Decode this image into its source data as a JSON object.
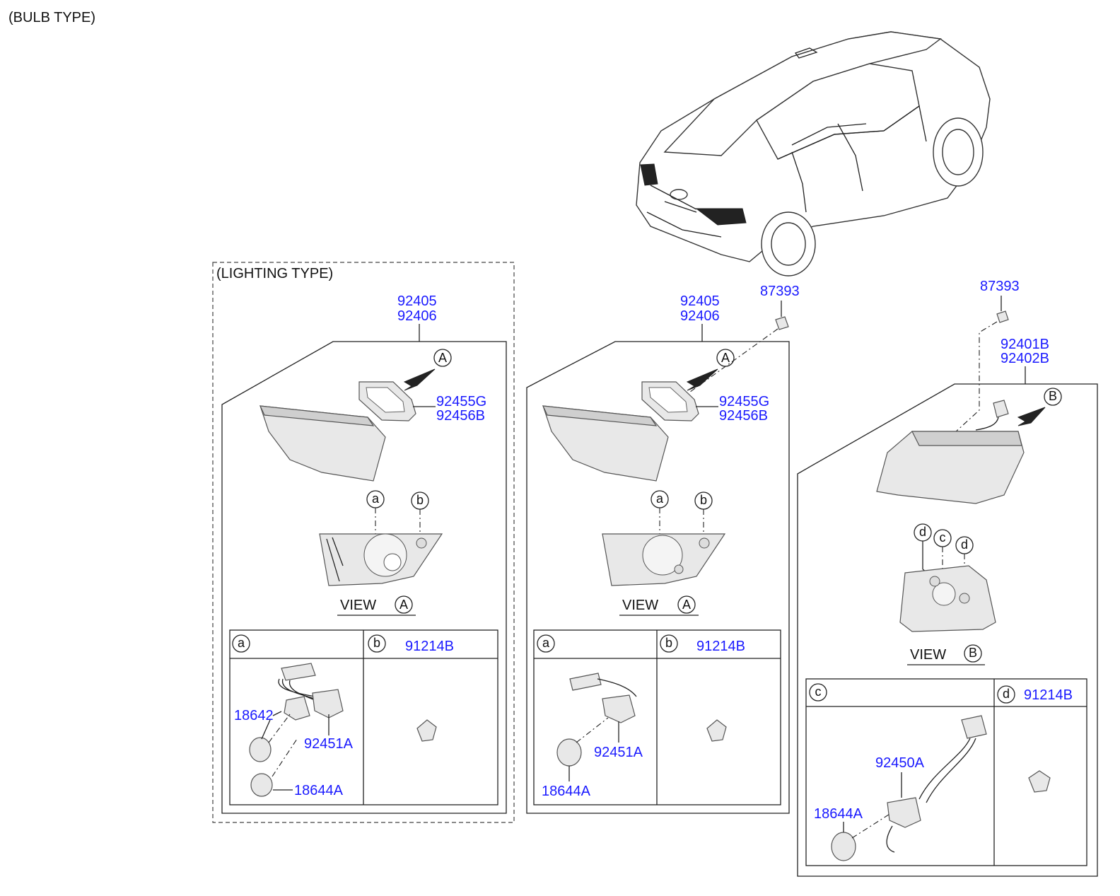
{
  "headings": {
    "bulb_type": "(BULB TYPE)",
    "lighting_type": "(LIGHTING TYPE)"
  },
  "views": {
    "view_word": "VIEW",
    "a": "A",
    "b": "B"
  },
  "callouts": {
    "a": "a",
    "b": "b",
    "c": "c",
    "d": "d"
  },
  "panel_lighting": {
    "part_top": [
      "92405",
      "92406"
    ],
    "gasket": [
      "92455G",
      "92456B"
    ],
    "cell_a_parts": [
      "18642",
      "92451A",
      "18644A"
    ],
    "cell_b_part": "91214B"
  },
  "panel_inner": {
    "part_top": [
      "92405",
      "92406"
    ],
    "clip": "87393",
    "gasket": [
      "92455G",
      "92456B"
    ],
    "cell_a_parts": [
      "92451A",
      "18644A"
    ],
    "cell_b_part": "91214B"
  },
  "panel_outer": {
    "clip": "87393",
    "part_top": [
      "92401B",
      "92402B"
    ],
    "cell_c_parts": [
      "92450A",
      "18644A"
    ],
    "cell_d_part": "91214B"
  },
  "colors": {
    "part_number": "#1a1aff",
    "line": "#222222"
  }
}
